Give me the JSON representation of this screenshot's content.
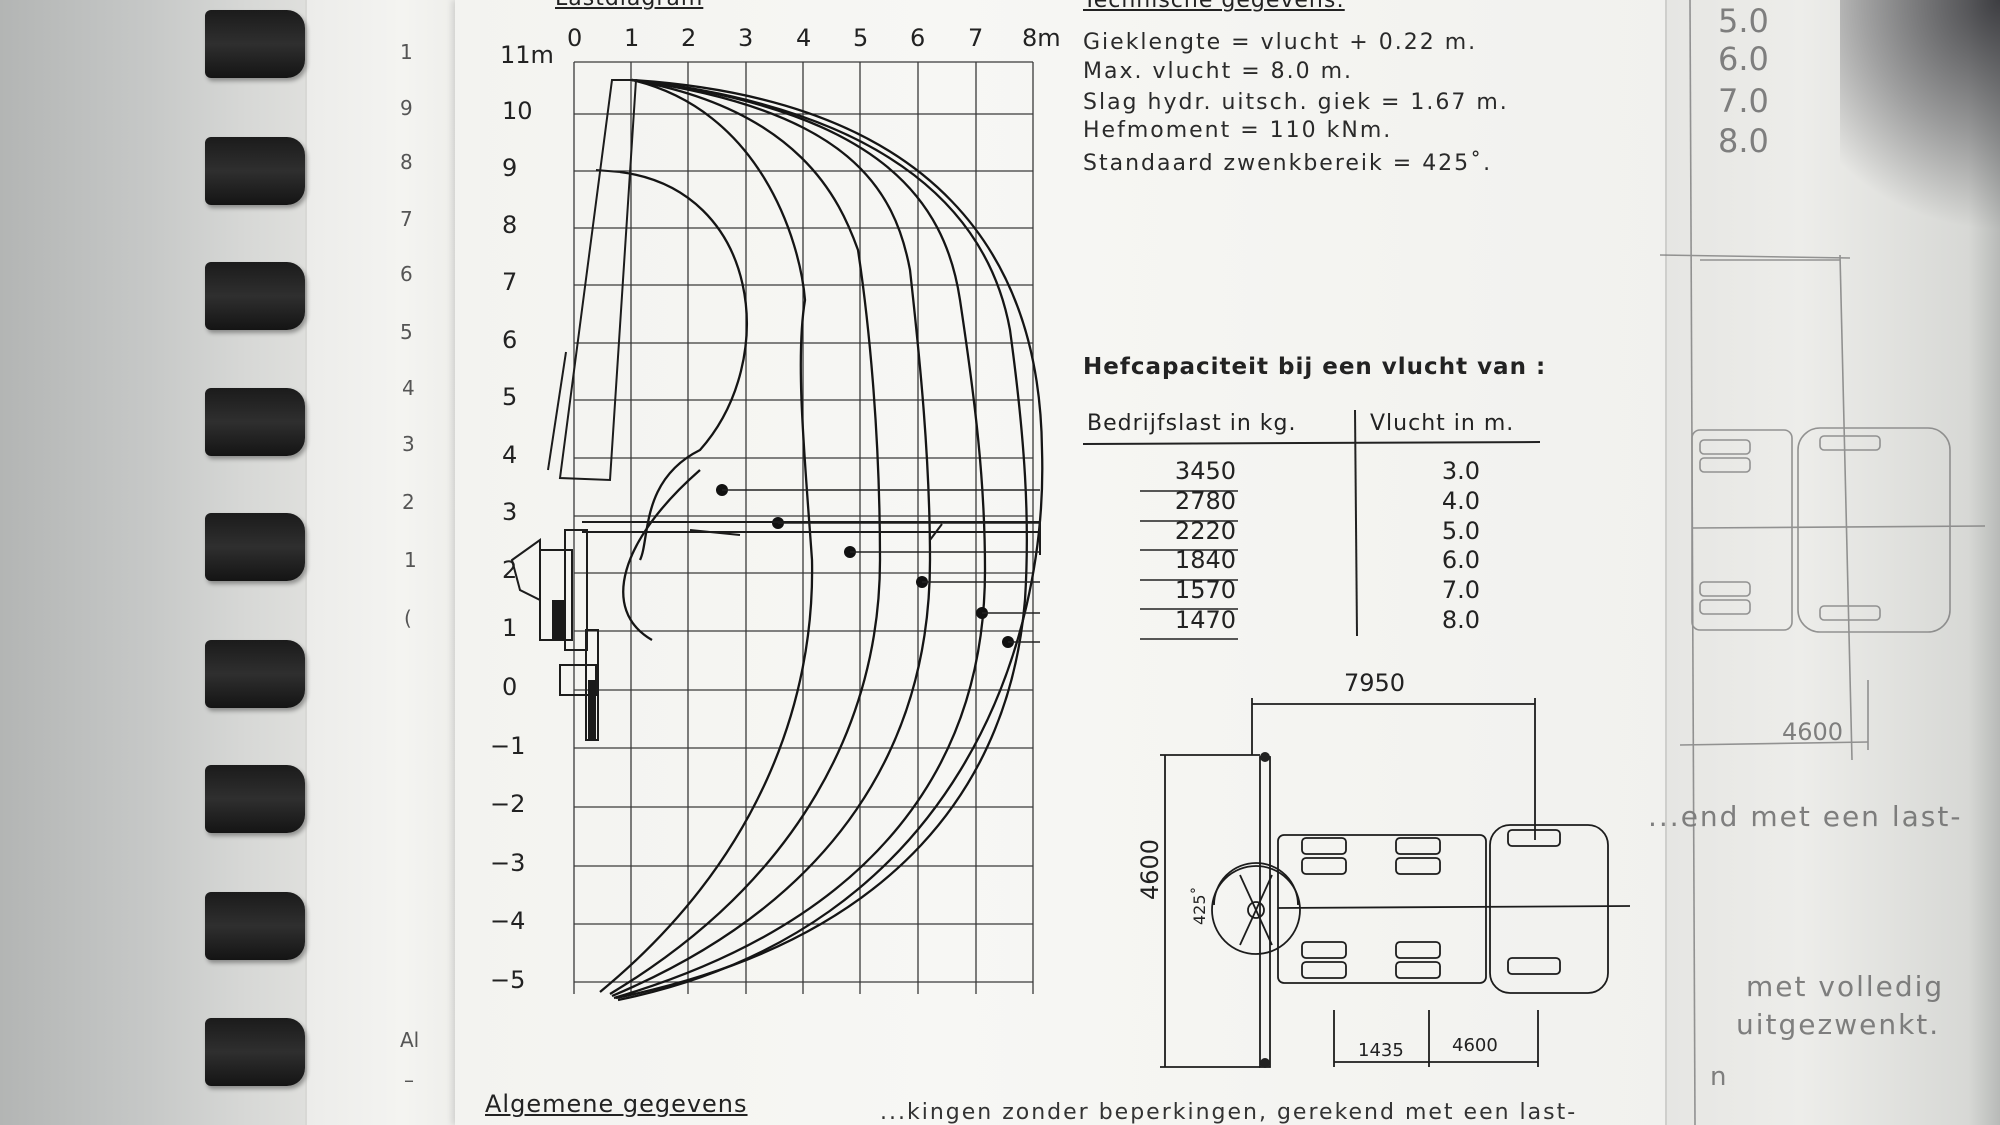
{
  "left_side": {
    "numbers": [
      "1",
      "9",
      "8",
      "7",
      "6",
      "5",
      "4",
      "3",
      "2",
      "1",
      "(",
      "Al",
      "–"
    ]
  },
  "diagram": {
    "title_fragment": "Lastdiagram",
    "x_ticks": [
      "0",
      "1",
      "2",
      "3",
      "4",
      "5",
      "6",
      "7",
      "8m"
    ],
    "y_ticks": [
      "11m",
      "10",
      "9",
      "8",
      "7",
      "6",
      "5",
      "4",
      "3",
      "2",
      "1",
      "0",
      "−1",
      "−2",
      "−3",
      "−4",
      "−5"
    ]
  },
  "specs": {
    "heading": "Technische gegevens:",
    "lines": [
      "Gieklengte = vlucht + 0.22 m.",
      "Max. vlucht = 8.0 m.",
      "Slag hydr. uitsch. giek = 1.67 m.",
      "Hefmoment = 110 kNm.",
      "Standaard zwenkbereik = 425˚."
    ]
  },
  "capacity": {
    "title": "Hefcapaciteit bij een vlucht van :",
    "col_load": "Bedrijfslast in kg.",
    "col_reach": "Vlucht in m.",
    "rows": [
      {
        "load": "3450",
        "reach": "3.0"
      },
      {
        "load": "2780",
        "reach": "4.0"
      },
      {
        "load": "2220",
        "reach": "5.0"
      },
      {
        "load": "1840",
        "reach": "6.0"
      },
      {
        "load": "1570",
        "reach": "7.0"
      },
      {
        "load": "1470",
        "reach": "8.0"
      }
    ]
  },
  "truck_plan": {
    "width_dim": "7950",
    "height_dim": "4600",
    "angle": "425˚",
    "dim_a": "1435",
    "dim_b": "4600"
  },
  "right_page": {
    "numbers": [
      "5.0",
      "6.0",
      "7.0",
      "8.0"
    ],
    "dim": "4600",
    "frag1": "...end met een last-",
    "frag2": "met volledig",
    "frag3": "uitgezwenkt.",
    "frag4": "n"
  },
  "bottom": {
    "heading": "Algemene gegevens",
    "fragment": "...kingen zonder beperkingen, gerekend met een last-"
  }
}
